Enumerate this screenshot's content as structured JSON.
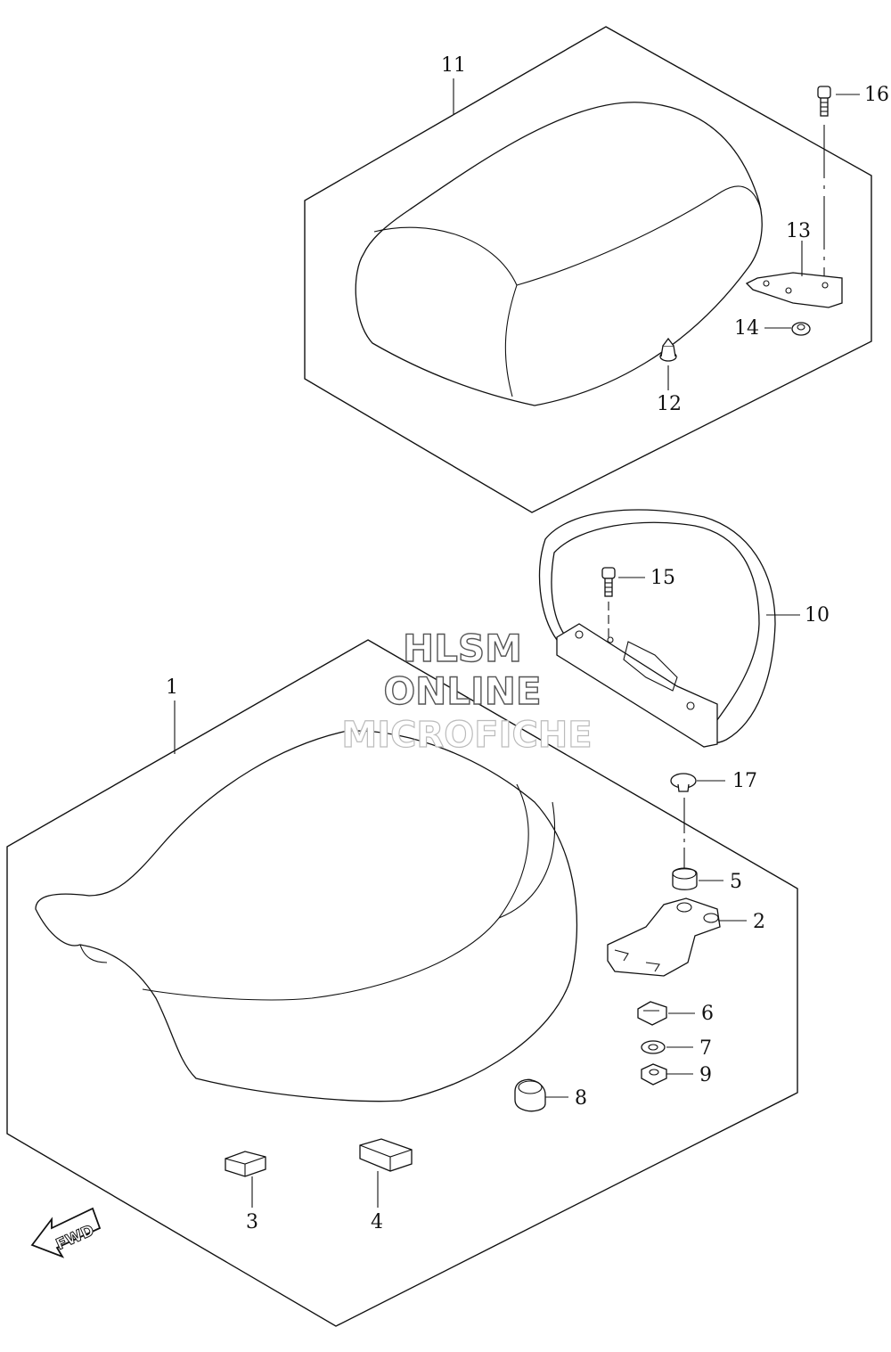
{
  "watermark": {
    "line1": "HLSM",
    "line2": "ONLINE",
    "line3": "MICROFICHE"
  },
  "fwd_label": "FWD",
  "callouts": [
    {
      "id": "1",
      "text": "1"
    },
    {
      "id": "2",
      "text": "2"
    },
    {
      "id": "3",
      "text": "3"
    },
    {
      "id": "4",
      "text": "4"
    },
    {
      "id": "5",
      "text": "5"
    },
    {
      "id": "6",
      "text": "6"
    },
    {
      "id": "7",
      "text": "7"
    },
    {
      "id": "8",
      "text": "8"
    },
    {
      "id": "9",
      "text": "9"
    },
    {
      "id": "10",
      "text": "10"
    },
    {
      "id": "11",
      "text": "11"
    },
    {
      "id": "12",
      "text": "12"
    },
    {
      "id": "13",
      "text": "13"
    },
    {
      "id": "14",
      "text": "14"
    },
    {
      "id": "15",
      "text": "15"
    },
    {
      "id": "16",
      "text": "16"
    },
    {
      "id": "17",
      "text": "17"
    }
  ]
}
